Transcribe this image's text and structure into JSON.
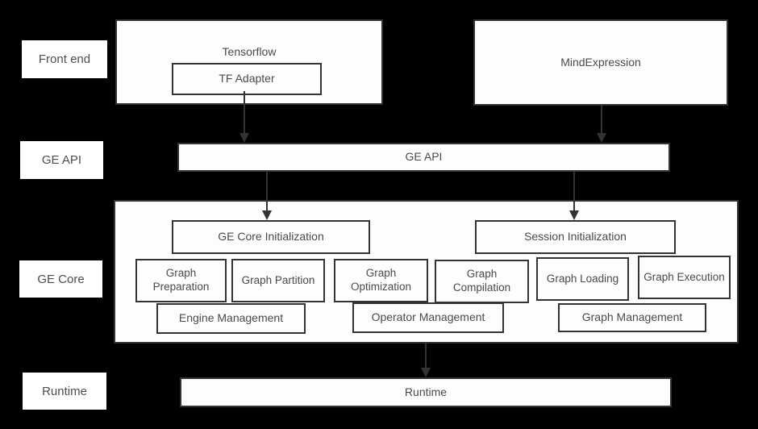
{
  "side_labels": {
    "front_end": "Front end",
    "ge_api": "GE API",
    "ge_core": "GE Core",
    "runtime": "Runtime"
  },
  "front_end": {
    "tensorflow_label": "Tensorflow",
    "tf_adapter_label": "TF Adapter",
    "mindexpression_label": "MindExpression"
  },
  "ge_api": {
    "bar_label": "GE API"
  },
  "ge_core": {
    "init": [
      "GE Core Initialization",
      "Session Initialization"
    ],
    "modules": [
      "Graph Preparation",
      "Graph Partition",
      "Graph Optimization",
      "Graph Compilation",
      "Graph Loading",
      "Graph Execution"
    ],
    "management": [
      "Engine Management",
      "Operator Management",
      "Graph Management"
    ]
  },
  "runtime": {
    "bar_label": "Runtime"
  },
  "colors": {
    "background": "#000000",
    "box_fill": "#fdfdfd",
    "box_border": "#333333",
    "text": "#4a4a4a",
    "arrow": "#333333"
  }
}
